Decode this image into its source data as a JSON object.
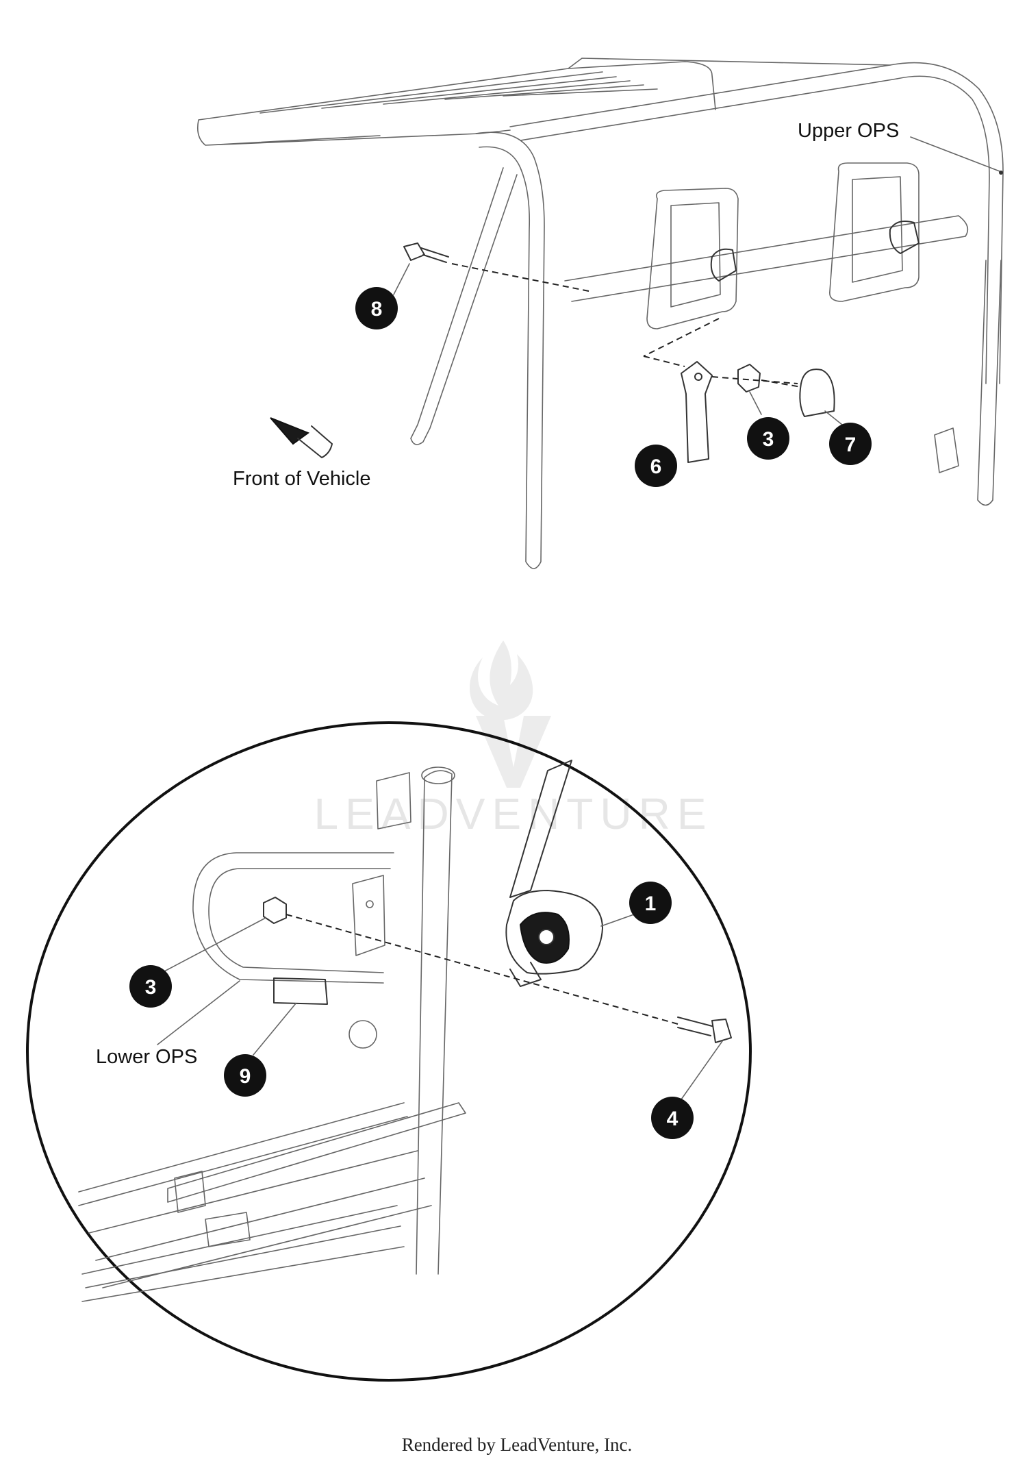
{
  "labels": {
    "upper_ops": "Upper OPS",
    "front_of_vehicle": "Front of Vehicle",
    "lower_ops": "Lower OPS"
  },
  "callouts": {
    "upper_bolt": "8",
    "upper_bracket": "6",
    "upper_nut": "3",
    "upper_cap": "7",
    "lower_switch": "1",
    "lower_nut": "3",
    "lower_bolt": "4",
    "lower_sleeve": "9"
  },
  "watermark": "LEADVENTURE",
  "credit": "Rendered by LeadVenture, Inc.",
  "colors": {
    "line": "#333333",
    "callout": "#111111",
    "watermark": "#e6e6e6"
  }
}
